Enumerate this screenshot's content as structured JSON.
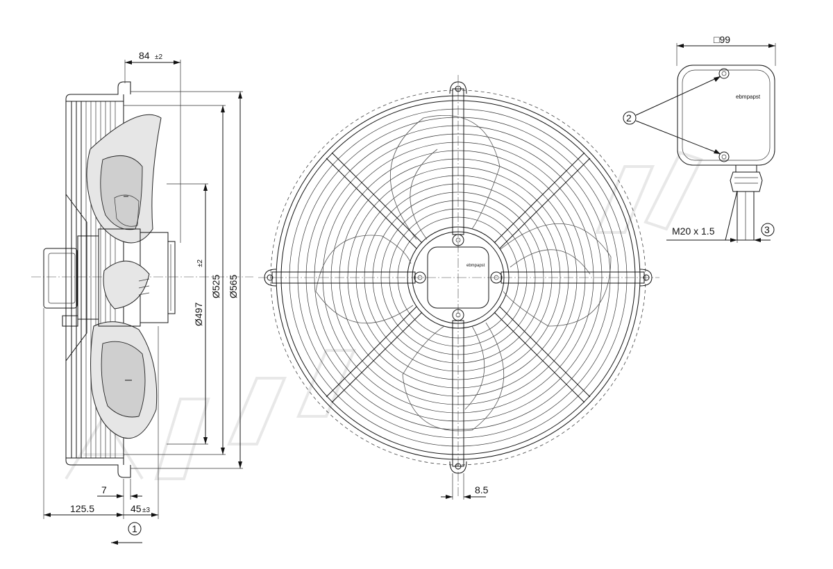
{
  "side_view": {
    "dim_84": "84",
    "dim_84_tol": "±2",
    "dim_497": "Ø497",
    "dim_497_tol": "±2",
    "dim_525": "Ø525",
    "dim_565": "Ø565",
    "dim_7": "7",
    "dim_125_5": "125.5",
    "dim_45": "45",
    "dim_45_tol": "±3",
    "callout_1": "1"
  },
  "front_view": {
    "dim_8_5": "8.5",
    "brand": "ebmpapst"
  },
  "terminal_box": {
    "dim_99": "□99",
    "callout_2": "2",
    "thread_label": "M20 x 1.5",
    "callout_3": "3",
    "brand": "ebmpapst"
  }
}
